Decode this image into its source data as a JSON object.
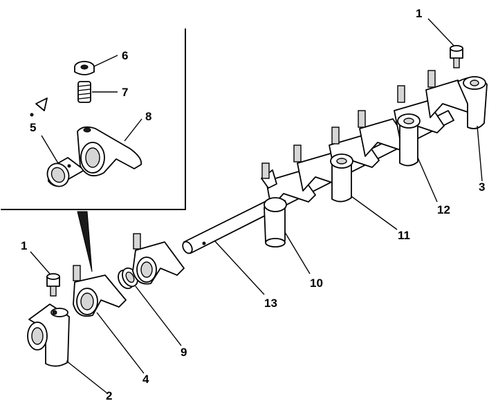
{
  "callouts": [
    {
      "id": "1-top",
      "label": "1"
    },
    {
      "id": "1-left",
      "label": "1"
    },
    {
      "id": "2",
      "label": "2"
    },
    {
      "id": "3",
      "label": "3"
    },
    {
      "id": "4",
      "label": "4"
    },
    {
      "id": "5",
      "label": "5"
    },
    {
      "id": "6",
      "label": "6"
    },
    {
      "id": "7",
      "label": "7"
    },
    {
      "id": "8",
      "label": "8"
    },
    {
      "id": "9",
      "label": "9"
    },
    {
      "id": "10",
      "label": "10"
    },
    {
      "id": "11",
      "label": "11"
    },
    {
      "id": "12",
      "label": "12"
    },
    {
      "id": "13",
      "label": "13"
    }
  ],
  "colors": {
    "ink": "#000000",
    "background": "#ffffff"
  }
}
